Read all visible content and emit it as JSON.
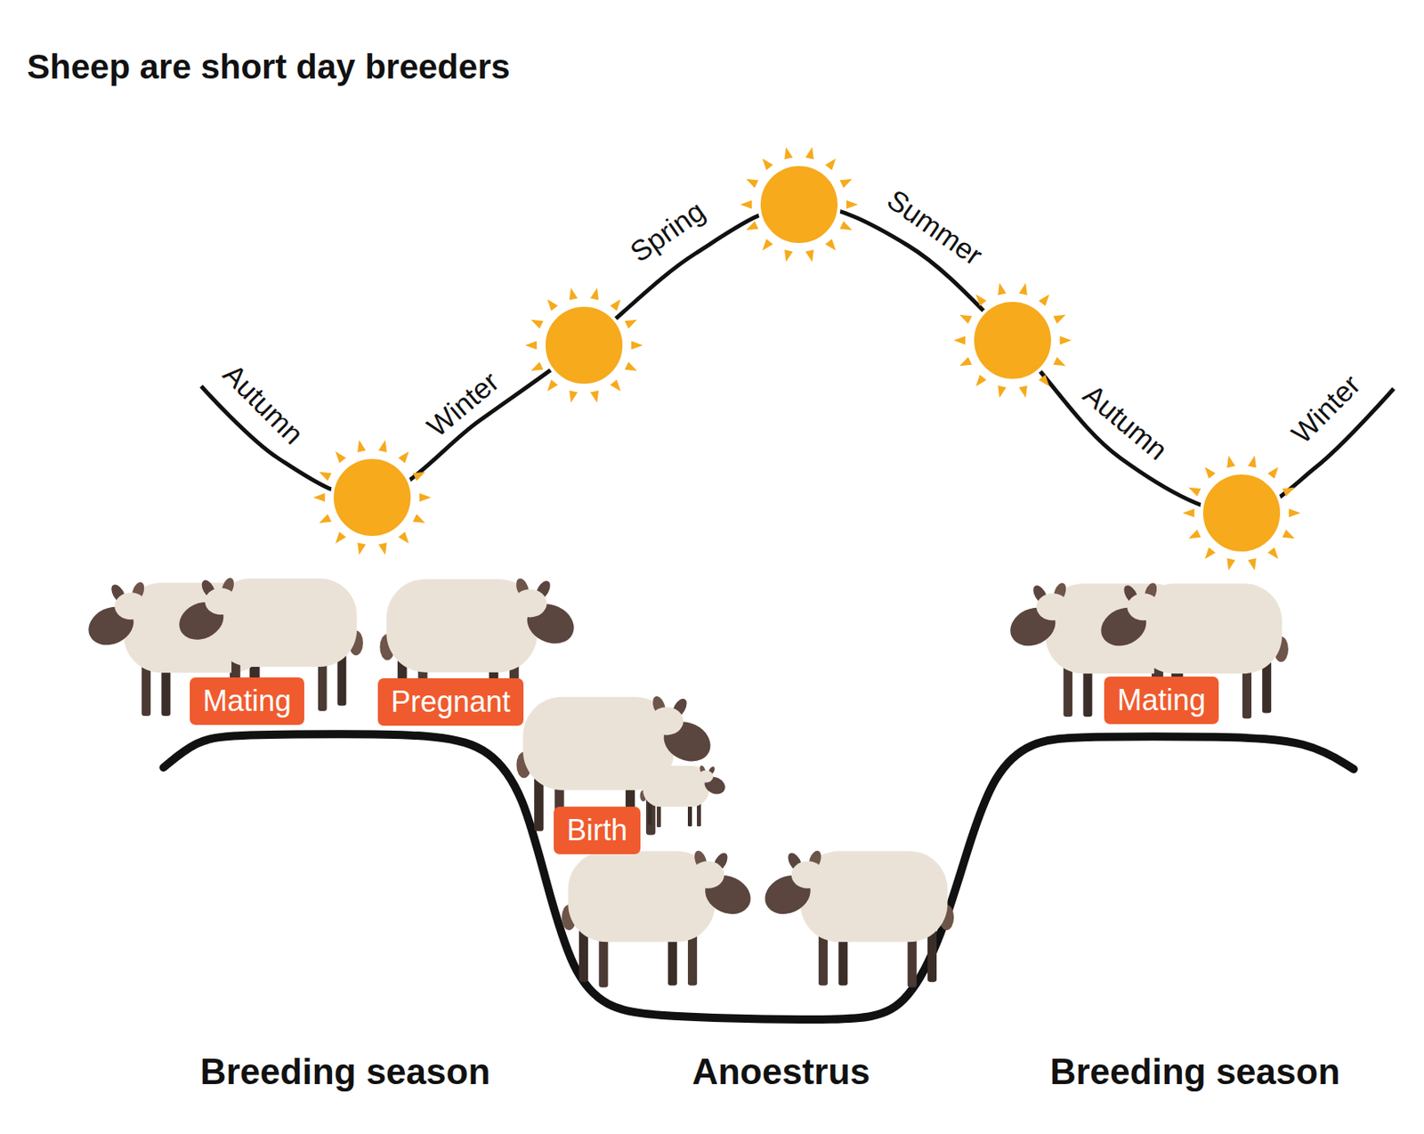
{
  "diagram": {
    "title": "Sheep are short day breeders",
    "nodes": [
      {
        "text": [
          "Mating"
        ]
      },
      {
        "text": [
          "Pregnant"
        ]
      },
      {
        "text": [
          "Birth"
        ]
      },
      {
        "text": [
          "Mating"
        ]
      }
    ],
    "labels": [
      "Autumn",
      "Winter",
      "Spring",
      "Summer",
      "Autumn",
      "Winter",
      "Breeding season",
      "Anoestrus",
      "Breeding season"
    ]
  }
}
